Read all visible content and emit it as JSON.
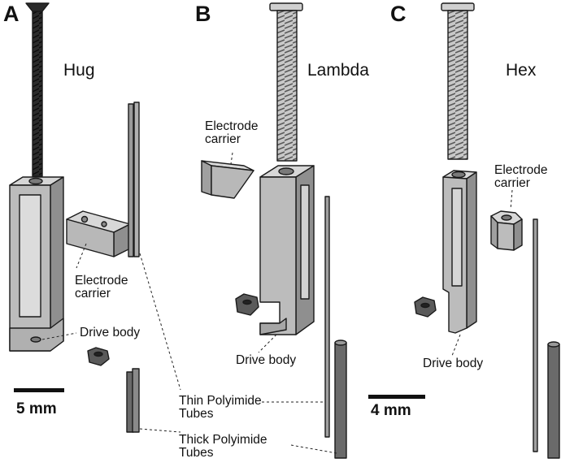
{
  "panels": [
    {
      "letter": "A",
      "title": "Hug",
      "labels": {
        "electrode_carrier": [
          "Electrode",
          "carrier"
        ],
        "drive_body": "Drive body"
      },
      "scale_bar": "5 mm"
    },
    {
      "letter": "B",
      "title": "Lambda",
      "labels": {
        "electrode_carrier": [
          "Electrode",
          "carrier"
        ],
        "drive_body": "Drive body"
      }
    },
    {
      "letter": "C",
      "title": "Hex",
      "labels": {
        "electrode_carrier": [
          "Electrode",
          "carrier"
        ],
        "drive_body": "Drive body"
      },
      "scale_bar": "4 mm"
    }
  ],
  "shared_labels": {
    "thin_tubes": [
      "Thin Polyimide",
      "Tubes"
    ],
    "thick_tubes": [
      "Thick Polyimide",
      "Tubes"
    ]
  },
  "colors": {
    "part_fill": "#b9b9b9",
    "part_light": "#d6d6d6",
    "part_dark": "#8a8a8a",
    "outline": "#1a1a1a",
    "black_screw": "#2b2b2b"
  }
}
